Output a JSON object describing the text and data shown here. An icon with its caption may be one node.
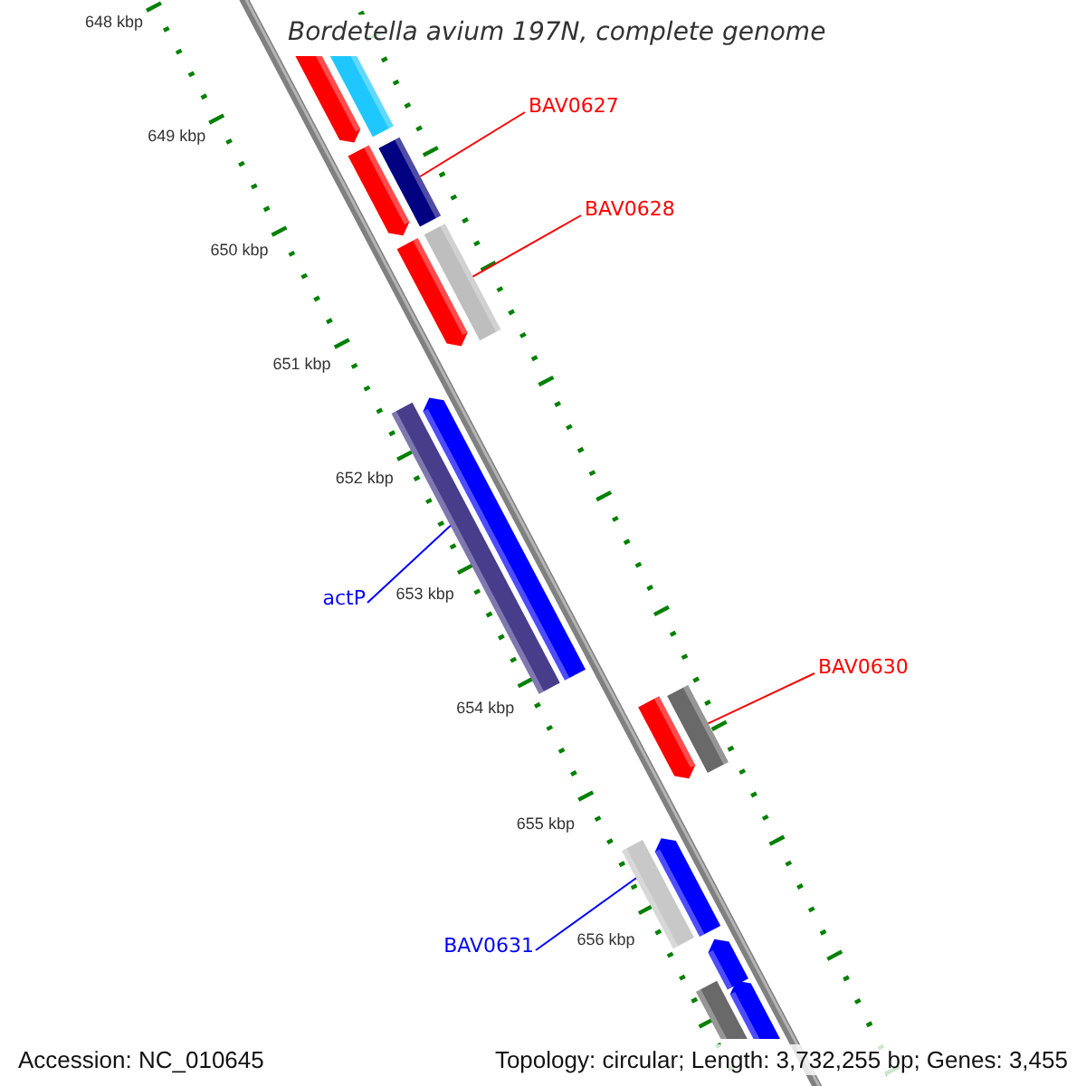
{
  "diagram": {
    "title": "Bordetella avium 197N, complete genome",
    "nodes": [
      {
        "text": [
          "BAV0627"
        ]
      },
      {
        "text": [
          "BAV0628"
        ]
      },
      {
        "text": [
          "actP"
        ]
      },
      {
        "text": [
          "BAV0630"
        ]
      },
      {
        "text": [
          "BAV0631"
        ]
      },
      {
        "text": [],
        "shape": "bar"
      },
      {
        "text": [],
        "shape": "bar"
      },
      {
        "text": [],
        "shape": "bar"
      },
      {
        "text": [],
        "shape": "bar"
      },
      {
        "text": [],
        "shape": "bar"
      },
      {
        "text": [],
        "shape": "bar"
      },
      {
        "text": [],
        "shape": "bar"
      },
      {
        "text": [],
        "shape": "bar"
      },
      {
        "text": [],
        "shape": "bar"
      },
      {
        "text": [],
        "shape": "bar"
      },
      {
        "text": [],
        "shape": "bar"
      },
      {
        "text": [],
        "shape": "bar"
      },
      {
        "text": [],
        "shape": "bar"
      },
      {
        "text": [],
        "shape": "bar"
      },
      {
        "text": [],
        "shape": "bar"
      }
    ],
    "edges": [
      {
        "from": 0,
        "to": 7,
        "arrow": "none",
        "color": "#ff0000"
      },
      {
        "from": 1,
        "to": 10,
        "arrow": "none",
        "color": "#ff0000"
      },
      {
        "from": 2,
        "to": 11,
        "arrow": "none",
        "color": "#0000ff"
      },
      {
        "from": 3,
        "to": 14,
        "arrow": "none",
        "color": "#ff0000"
      },
      {
        "from": 4,
        "to": 15,
        "arrow": "none",
        "color": "#0000ff"
      }
    ],
    "labels": [
      "648 kbp",
      "649 kbp",
      "650 kbp",
      "651 kbp",
      "652 kbp",
      "653 kbp",
      "654 kbp",
      "655 kbp",
      "656 kbp",
      "Accession: NC_010645",
      "Topology: circular; Length: 3,732,255 bp; Genes: 3,455"
    ]
  }
}
